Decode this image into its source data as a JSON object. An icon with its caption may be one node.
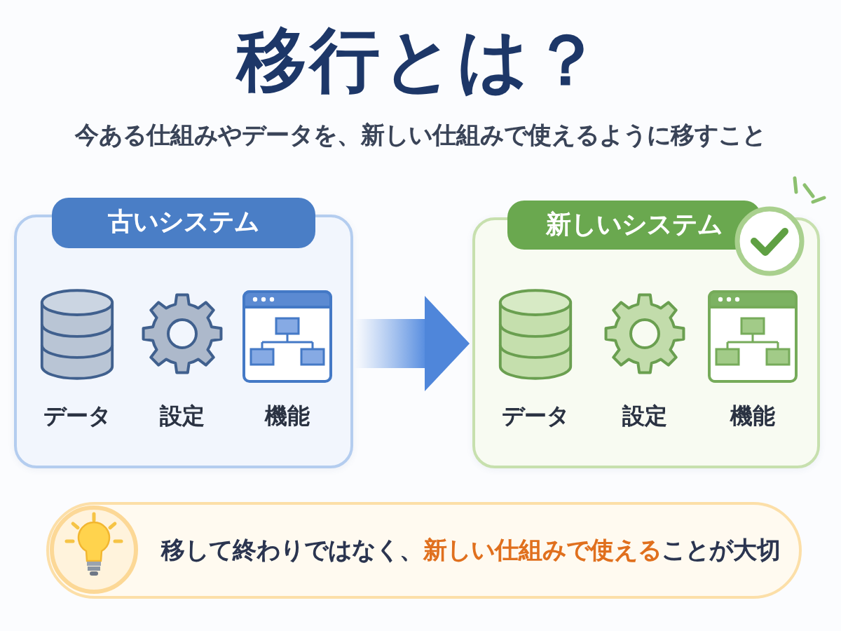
{
  "diagram": {
    "title": "移行とは？",
    "nodes": [
      {
        "text": [
          "古いシステム"
        ]
      },
      {
        "text": [
          "データ"
        ],
        "in": 0
      },
      {
        "text": [
          "設定"
        ],
        "in": 0
      },
      {
        "text": [
          "機能"
        ],
        "in": 0
      },
      {
        "text": [
          "新しいシステム"
        ]
      },
      {
        "text": [
          "データ"
        ],
        "in": 4
      },
      {
        "text": [
          "設定"
        ],
        "in": 4
      },
      {
        "text": [
          "機能"
        ],
        "in": 4
      },
      {
        "text": [
          "移して終わりではなく、**新しい仕組みで使える**ことが大切"
        ]
      }
    ],
    "edges": [
      {
        "from": 0,
        "to": 4,
        "arrow": "to"
      }
    ],
    "labels": [
      "今ある仕組みやデータを、新しい仕組みで使えるように移すこと"
    ]
  }
}
